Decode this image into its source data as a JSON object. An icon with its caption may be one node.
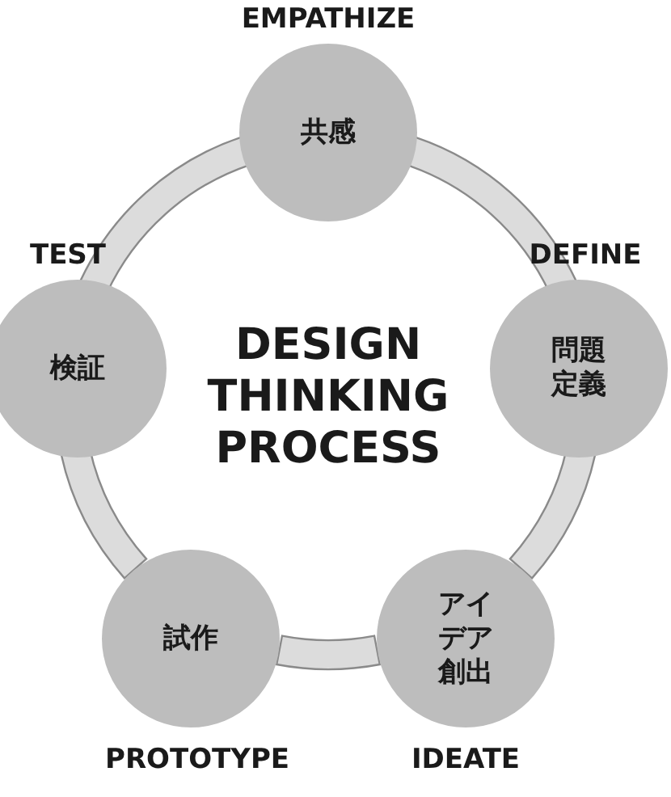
{
  "diagram": {
    "title": "DESIGN THINKING PROCESS",
    "nodes": [
      {
        "text": [
          "共感"
        ],
        "beside": [
          "EMPATHIZE"
        ]
      },
      {
        "text": [
          "問題定義"
        ],
        "beside": [
          "DEFINE"
        ]
      },
      {
        "text": [
          "アイデア創出"
        ],
        "beside": [
          "IDEATE"
        ]
      },
      {
        "text": [
          "試作"
        ],
        "beside": [
          "PROTOTYPE"
        ]
      },
      {
        "text": [
          "検証"
        ],
        "beside": [
          "TEST"
        ]
      }
    ],
    "edges": [
      {
        "from": 0,
        "to": 1,
        "arrow": "none",
        "style": "thick"
      },
      {
        "from": 1,
        "to": 2,
        "arrow": "none",
        "style": "thick"
      },
      {
        "from": 2,
        "to": 3,
        "arrow": "none",
        "style": "thick"
      },
      {
        "from": 3,
        "to": 4,
        "arrow": "none",
        "style": "thick"
      },
      {
        "from": 4,
        "to": 0,
        "arrow": "none",
        "style": "thick"
      }
    ]
  }
}
